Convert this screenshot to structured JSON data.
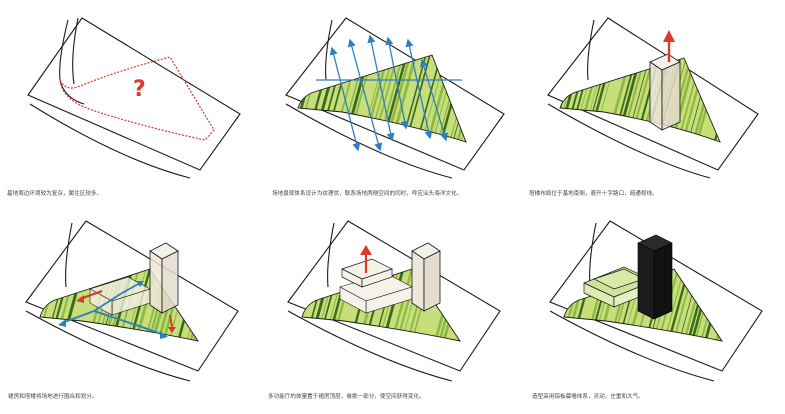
{
  "colors": {
    "stripe_light": "#c6df7a",
    "stripe_mid": "#8fb843",
    "stripe_dark": "#3c6a1c",
    "outline": "#1a1a1a",
    "red": "#d83a2c",
    "blue": "#2f7fc0",
    "tower_dark": "#1c1c1c"
  },
  "panels": [
    {
      "id": "p1",
      "caption": "基地周边环境较为复杂，属住区较多。",
      "marker": "?"
    },
    {
      "id": "p2",
      "caption": "场地景观体系设计为纹理状，联系场地两侧空间的同时，呼应汕头海洋文化。"
    },
    {
      "id": "p3",
      "caption": "塔楼布局位于基地南侧，避开十字路口，疏通视线。"
    },
    {
      "id": "p4",
      "caption": "裙房和塔楼将场地进行围合和划分。"
    },
    {
      "id": "p5",
      "caption": "多功能厅的体量置于裙房顶层，悬挑一部分，使空间获得变化。"
    },
    {
      "id": "p6",
      "caption": "造型采用铝板幕墙体系，灵动，庄重和大气。"
    }
  ]
}
